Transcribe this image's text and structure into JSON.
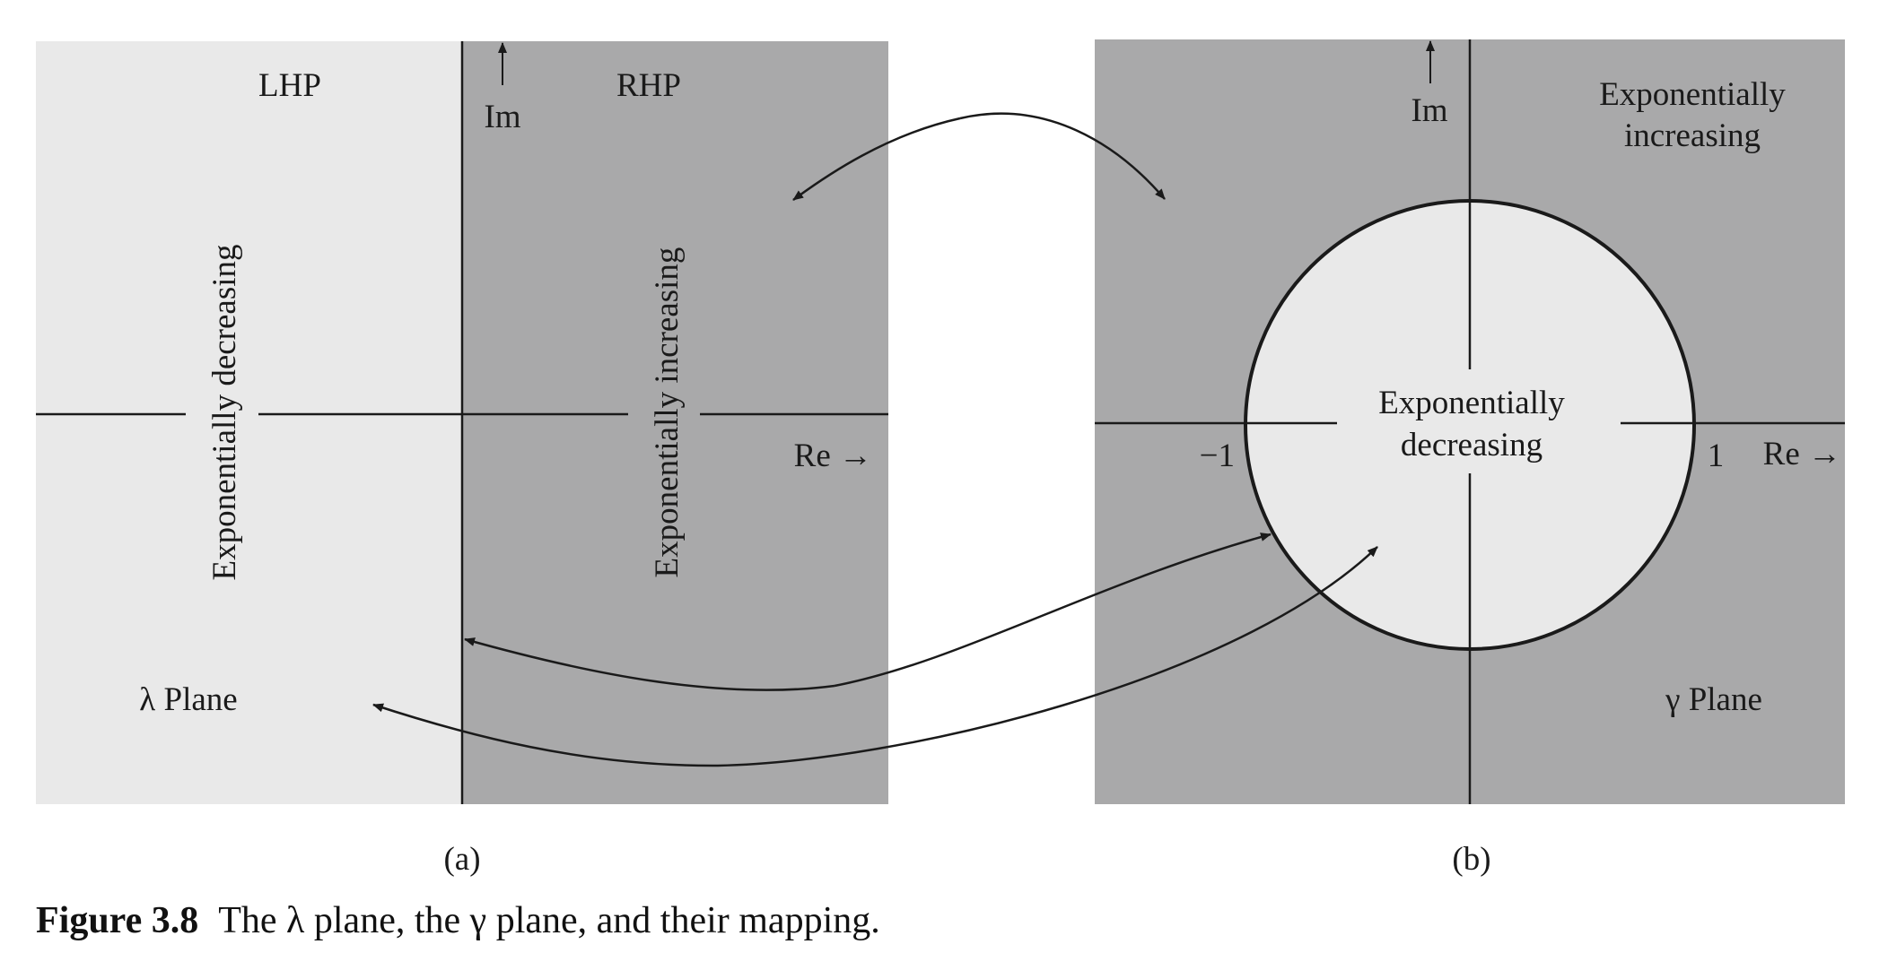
{
  "panel_a": {
    "lhp": "LHP",
    "rhp": "RHP",
    "im": "Im",
    "re": "Re →",
    "left_region": "Exponentially decreasing",
    "right_region": "Exponentially increasing",
    "plane": "λ Plane",
    "sublabel": "(a)"
  },
  "panel_b": {
    "im": "Im",
    "re": "Re →",
    "outside_line1": "Exponentially",
    "outside_line2": "increasing",
    "inside_line1": "Exponentially",
    "inside_line2": "decreasing",
    "minus_one": "−1",
    "one": "1",
    "plane": "γ Plane",
    "sublabel": "(b)"
  },
  "caption": {
    "number": "Figure 3.8",
    "text": "The λ plane, the γ plane, and their mapping."
  },
  "colors": {
    "light_region": "#e9e9e9",
    "dark_region": "#a9a9aa",
    "ink": "#1a1a1a"
  }
}
